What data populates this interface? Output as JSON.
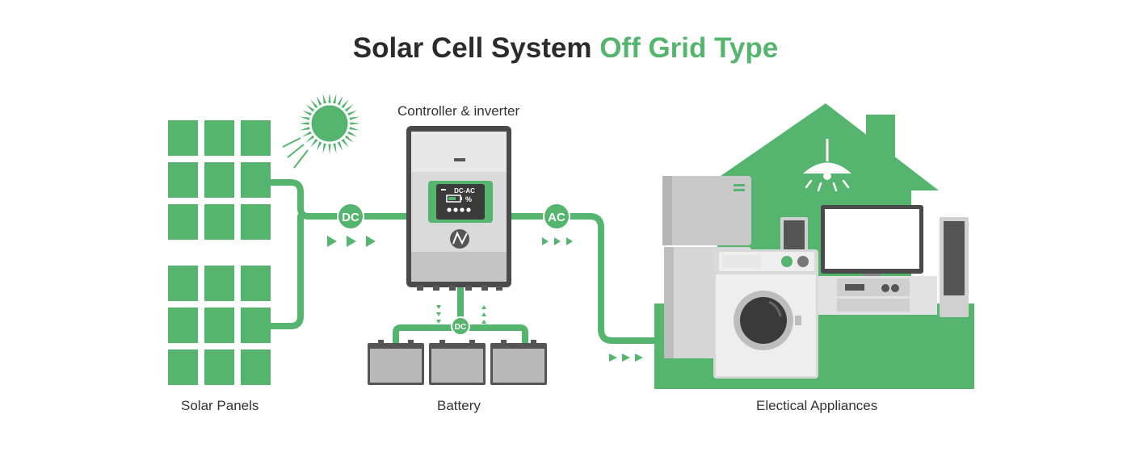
{
  "title": {
    "main": "Solar Cell System",
    "accent": "Off Grid Type"
  },
  "labels": {
    "controller": "Controller & inverter",
    "solar_panels": "Solar Panels",
    "battery": "Battery",
    "appliances": "Electical Appliances"
  },
  "badges": {
    "dc_left": "DC",
    "ac": "AC",
    "dc_battery": "DC"
  },
  "screen": {
    "mode": "DC-AC",
    "unit": "%"
  },
  "colors": {
    "green": "#55b56e",
    "dark": "#2b2b2b",
    "gray": "#c9c9c9",
    "dark_gray": "#555555"
  },
  "icons": [
    "sun-icon",
    "lightning-logo-icon",
    "ceiling-lamp-icon",
    "battery-level-icon",
    "flow-arrow-icon"
  ]
}
